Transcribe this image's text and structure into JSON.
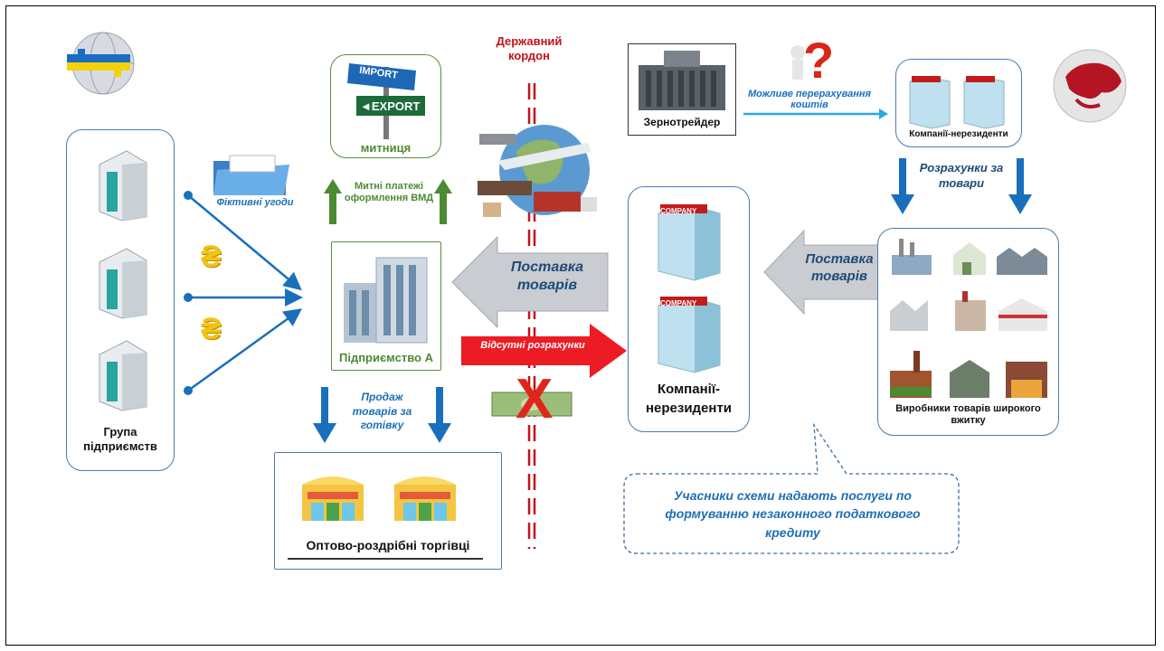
{
  "labels": {
    "border": "Державний кордон",
    "customs": "митниця",
    "customs_payments": "Митні платежі оформлення ВМД",
    "import_sign": "IMPORT",
    "export_sign": "◄EXPORT",
    "fictitious": "Фіктивні угоди",
    "enterprise_a": "Підприємство А",
    "group": "Група підприємств",
    "cash_sales": "Продаж товарів за готівку",
    "wholesale": "Оптово-роздрібні торгівці",
    "delivery_left": "Поставка товарів",
    "delivery_right": "Поставка товарів",
    "no_settlements": "Відсутні розрахунки",
    "nonresidents_center": "Компанії-нерезиденти",
    "nonresidents_top": "Компанії-нерезиденти",
    "grain_trader": "Зернотрейдер",
    "possible_transfer": "Можливе перерахування коштів",
    "settlements": "Розрахунки за товари",
    "producers": "Виробники товарів широкого вжитку",
    "callout": "Учасники схеми надають послуги по формуванню незаконного податкового кредиту",
    "company_sign": "COMPANY",
    "hryvnia": "₴"
  },
  "colors": {
    "blue_arrow": "#1a6fbd",
    "green": "#4c8a33",
    "red": "#c0131b",
    "box_border": "#4a7ab0",
    "cyan_arrow": "#29a9e0",
    "gray_arrow": "#c9ccd1"
  }
}
